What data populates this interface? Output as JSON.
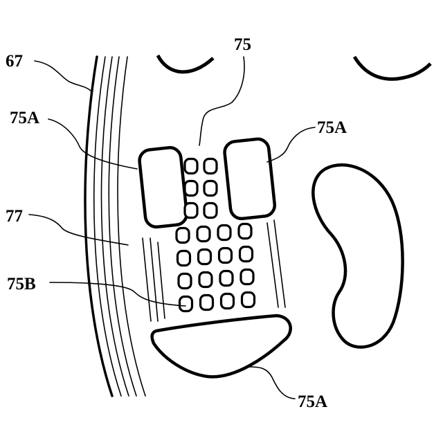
{
  "labels": {
    "ref_67": "67",
    "ref_75": "75",
    "ref_75a_left": "75A",
    "ref_75a_right": "75A",
    "ref_77": "77",
    "ref_75b": "75B",
    "ref_75a_bottom": "75A"
  },
  "dot_matrix": {
    "upper_rows": 3,
    "upper_cols": 2,
    "lower_rows": 4,
    "lower_cols": 4
  }
}
